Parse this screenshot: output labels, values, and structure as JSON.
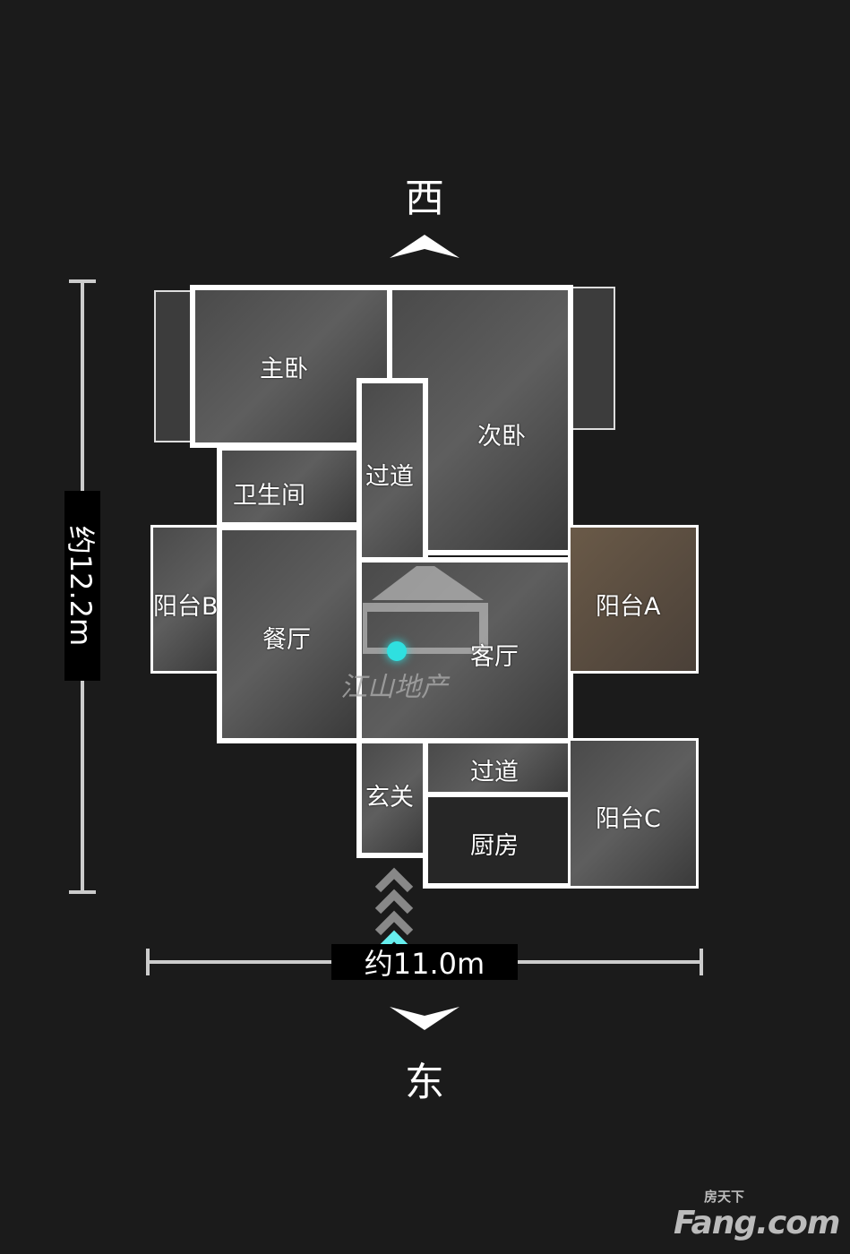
{
  "compass": {
    "top": "西",
    "bottom": "东"
  },
  "dimensions": {
    "height": "约12.2m",
    "width": "约11.0m"
  },
  "rooms": {
    "master_bedroom": "主卧",
    "second_bedroom": "次卧",
    "corridor_upper": "过道",
    "bathroom": "卫生间",
    "balcony_b": "阳台B",
    "dining": "餐厅",
    "living": "客厅",
    "balcony_a": "阳台A",
    "corridor_lower": "过道",
    "entrance": "玄关",
    "kitchen": "厨房",
    "balcony_c": "阳台C"
  },
  "watermark": "江山地产",
  "logo": {
    "cn": "房天下",
    "en": "Fang.com"
  },
  "colors": {
    "background": "#1b1b1b",
    "wall": "#ffffff",
    "marker": "#2fe0e0"
  }
}
